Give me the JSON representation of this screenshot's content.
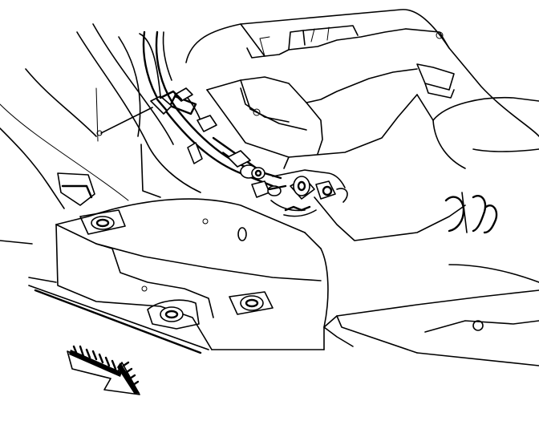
{
  "illustration": {
    "line_color": "#000000",
    "background_color": "#ffffff",
    "parts": [
      "body-panel",
      "rear-seat-pan",
      "rocker-panel",
      "wire-harness",
      "ground-stud",
      "harness-connector",
      "harness-clip",
      "floor-grommet",
      "drain-hole",
      "front-direction-arrow"
    ]
  }
}
